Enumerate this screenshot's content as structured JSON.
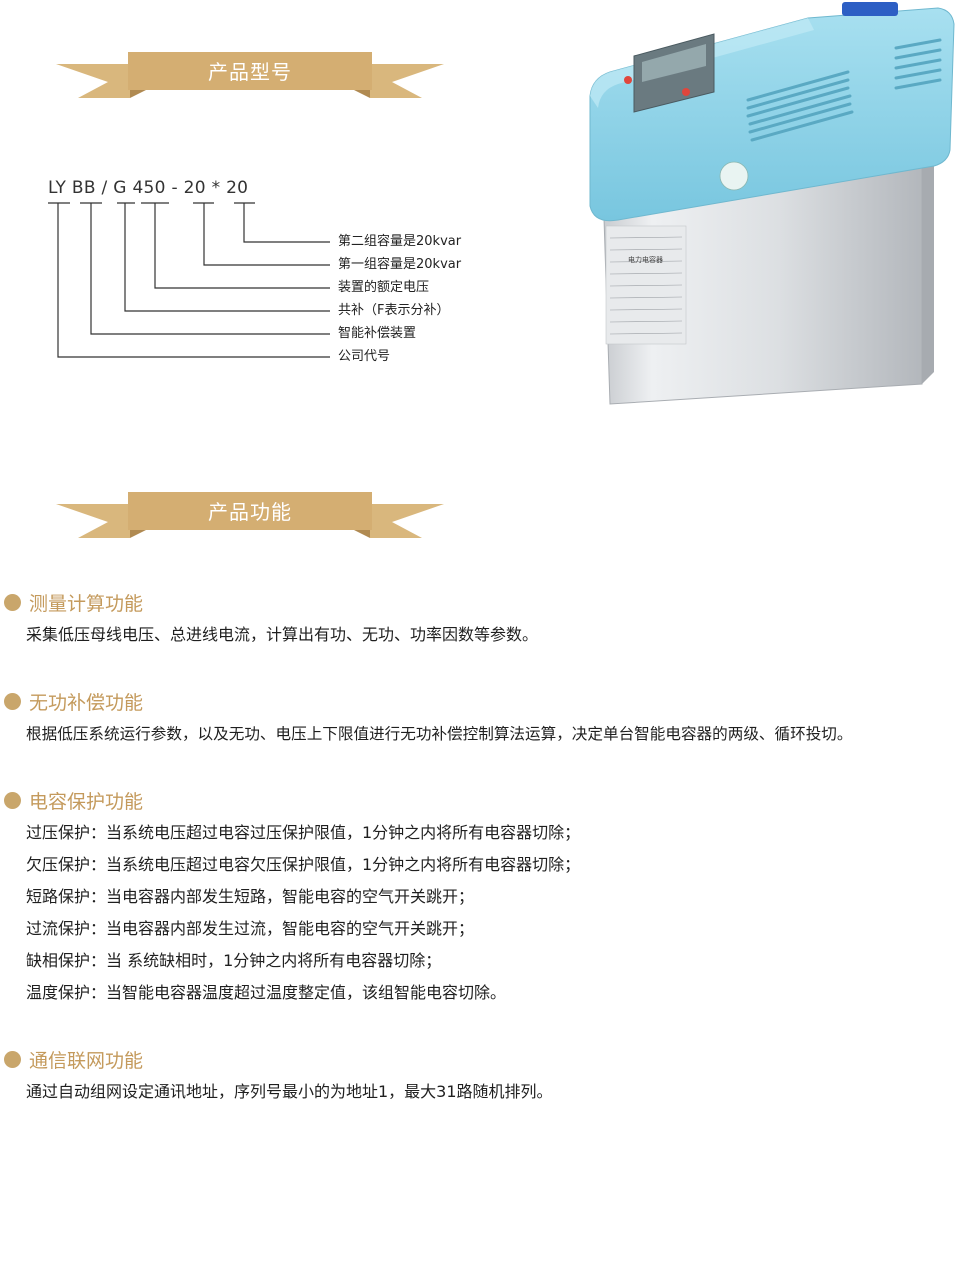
{
  "headers": {
    "model_title": "产品型号",
    "function_title": "产品功能"
  },
  "model": {
    "code": "LY BB / G 450 - 20 * 20",
    "legend": [
      "第二组容量是20kvar",
      "第一组容量是20kvar",
      "装置的额定电压",
      "共补（F表示分补）",
      "智能补偿装置",
      "公司代号"
    ]
  },
  "device": {
    "panel_text": "电力电容器"
  },
  "sections": [
    {
      "title": "测量计算功能",
      "lines": [
        "采集低压母线电压、总进线电流，计算出有功、无功、功率因数等参数。"
      ]
    },
    {
      "title": "无功补偿功能",
      "lines": [
        "根据低压系统运行参数，以及无功、电压上下限值进行无功补偿控制算法运算，决定单台智能电容器的两级、循环投切。"
      ]
    },
    {
      "title": "电容保护功能",
      "lines": [
        "过压保护：当系统电压超过电容过压保护限值，1分钟之内将所有电容器切除；",
        "欠压保护：当系统电压超过电容欠压保护限值，1分钟之内将所有电容器切除；",
        "短路保护：当电容器内部发生短路，智能电容的空气开关跳开；",
        "过流保护：当电容器内部发生过流，智能电容的空气开关跳开；",
        "缺相保护：当 系统缺相时，1分钟之内将所有电容器切除；",
        "温度保护：当智能电容器温度超过温度整定值，该组智能电容切除。"
      ]
    },
    {
      "title": "通信联网功能",
      "lines": [
        "通过自动组网设定通讯地址，序列号最小的为地址1，最大31路随机排列。"
      ]
    }
  ],
  "colors": {
    "accent": "#d4ae72",
    "accent_text": "#c49a5c",
    "device_blue": "#8fd3e8"
  }
}
